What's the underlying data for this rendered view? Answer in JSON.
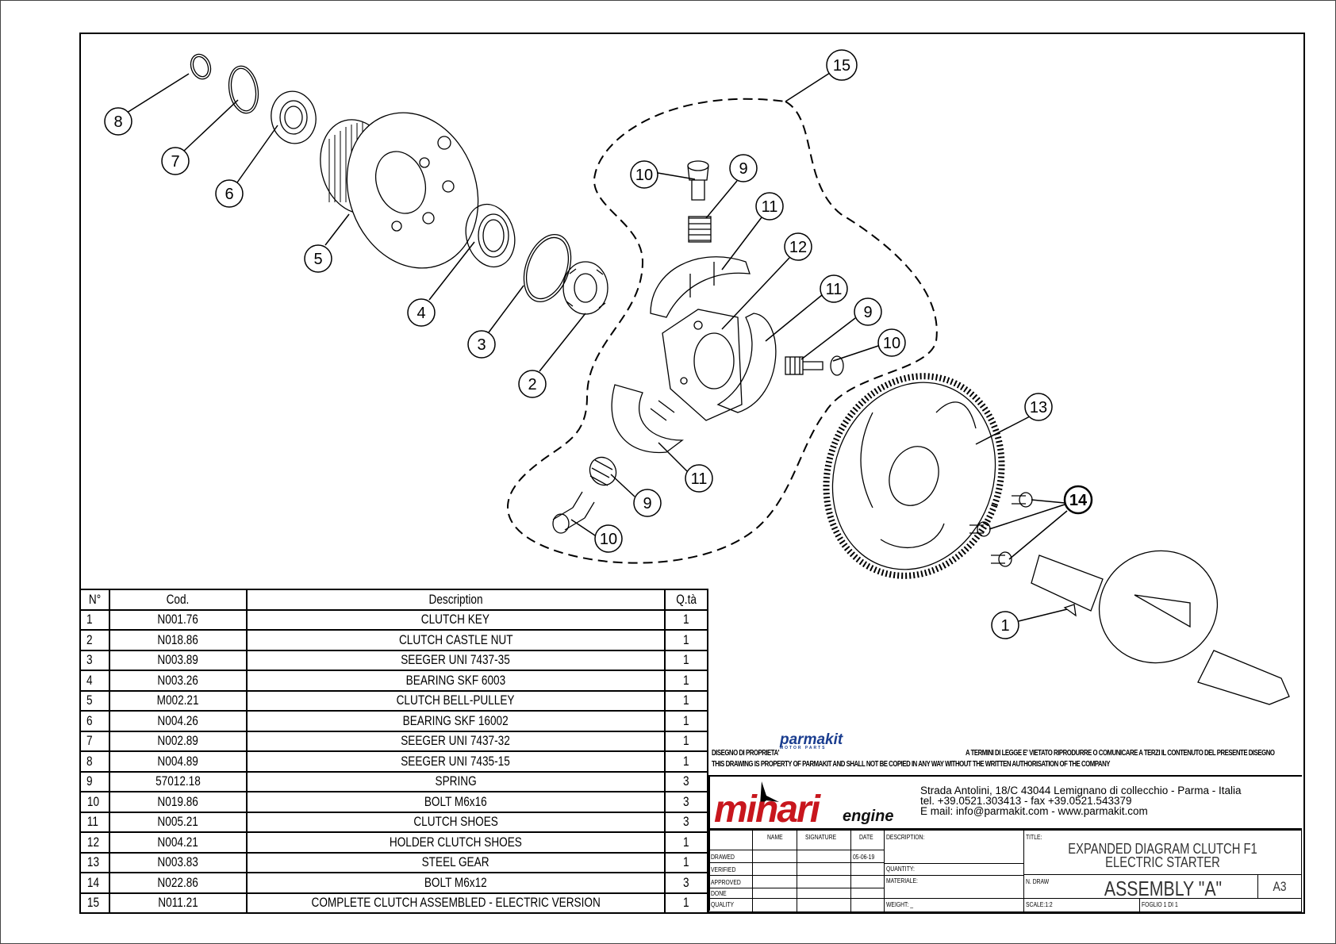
{
  "diagram": {
    "balloons": [
      "1",
      "2",
      "3",
      "4",
      "5",
      "6",
      "7",
      "8",
      "9",
      "10",
      "11",
      "12",
      "13",
      "14",
      "15"
    ]
  },
  "bom": {
    "headers": {
      "n": "N°",
      "cod": "Cod.",
      "desc": "Description",
      "qty": "Q.tà"
    },
    "rows": [
      {
        "n": "1",
        "cod": "N001.76",
        "desc": "CLUTCH KEY",
        "qty": "1"
      },
      {
        "n": "2",
        "cod": "N018.86",
        "desc": "CLUTCH CASTLE NUT",
        "qty": "1"
      },
      {
        "n": "3",
        "cod": "N003.89",
        "desc": "SEEGER UNI 7437-35",
        "qty": "1"
      },
      {
        "n": "4",
        "cod": "N003.26",
        "desc": "BEARING SKF 6003",
        "qty": "1"
      },
      {
        "n": "5",
        "cod": "M002.21",
        "desc": "CLUTCH BELL-PULLEY",
        "qty": "1"
      },
      {
        "n": "6",
        "cod": "N004.26",
        "desc": "BEARING SKF 16002",
        "qty": "1"
      },
      {
        "n": "7",
        "cod": "N002.89",
        "desc": "SEEGER UNI 7437-32",
        "qty": "1"
      },
      {
        "n": "8",
        "cod": "N004.89",
        "desc": "SEEGER UNI 7435-15",
        "qty": "1"
      },
      {
        "n": "9",
        "cod": "57012.18",
        "desc": "SPRING",
        "qty": "3"
      },
      {
        "n": "10",
        "cod": "N019.86",
        "desc": "BOLT M6x16",
        "qty": "3"
      },
      {
        "n": "11",
        "cod": "N005.21",
        "desc": "CLUTCH SHOES",
        "qty": "3"
      },
      {
        "n": "12",
        "cod": "N004.21",
        "desc": "HOLDER CLUTCH SHOES",
        "qty": "1"
      },
      {
        "n": "13",
        "cod": "N003.83",
        "desc": "STEEL GEAR",
        "qty": "1"
      },
      {
        "n": "14",
        "cod": "N022.86",
        "desc": "BOLT M6x12",
        "qty": "3"
      },
      {
        "n": "15",
        "cod": "N011.21",
        "desc": "COMPLETE CLUTCH ASSEMBLED - ELECTRIC VERSION",
        "qty": "1"
      }
    ]
  },
  "titleblock": {
    "parmakit_logo": "parmakit",
    "parmakit_sub": "MOTOR PARTS",
    "disclaimer_it_left": "DISEGNO DI PROPRIETA'",
    "disclaimer_it_right": "A TERMINI DI LEGGE E' VIETATO RIPRODURRE O COMUNICARE A TERZI IL CONTENUTO DEL PRESENTE DISEGNO",
    "disclaimer_en": "THIS DRAWING IS PROPERTY OF PARMAKIT AND SHALL NOT BE COPIED IN ANY WAY WITHOUT THE WRITTEN AUTHORISATION OF THE COMPANY",
    "logo_main": "minari",
    "logo_sub": "engine",
    "address": "Strada Antolini, 18/C 43044 Lemignano di collecchio - Parma - Italia",
    "phone": "tel. +39.0521.303413 - fax +39.0521.543379",
    "email": "E mail: info@parmakit.com - www.parmakit.com",
    "col_name": "NAME",
    "col_signature": "SIGNATURE",
    "col_date": "DATE",
    "row_drawed": "DRAWED",
    "row_verified": "VERIFIED",
    "row_approved": "APPROVED",
    "row_done": "DONE",
    "row_quality": "QUALITY",
    "drawed_date": "05-06-19",
    "description_label": "DESCRIPTION:",
    "quantity_label": "QUANTITY:",
    "material_label": "MATERIALE:",
    "weight_label": "WEIGHT: _",
    "title_label": "TITLE:",
    "title_line1": "EXPANDED DIAGRAM CLUTCH F1",
    "title_line2": "ELECTRIC STARTER",
    "ndraw_label": "N. DRAW",
    "ndraw_value": "ASSEMBLY \"A\"",
    "format": "A3",
    "scale": "SCALE:1:2",
    "sheet": "FOGLIO 1 DI 1"
  }
}
